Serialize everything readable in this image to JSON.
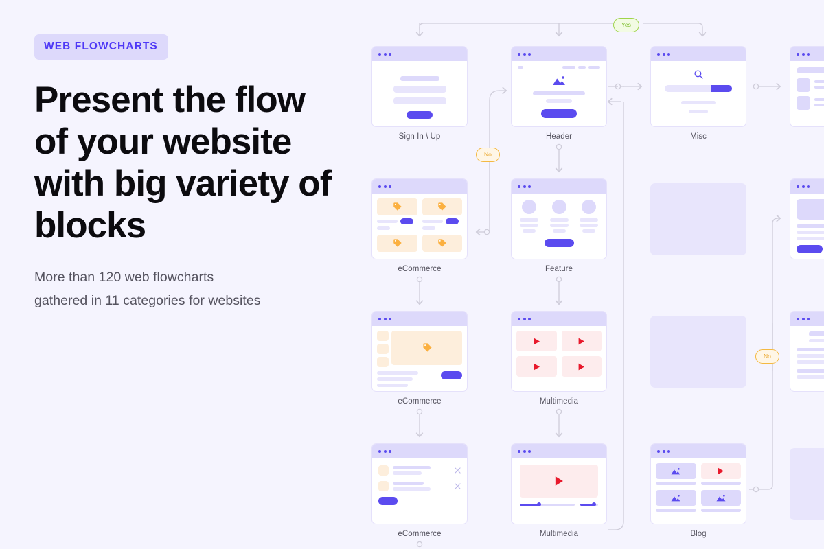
{
  "hero": {
    "badge": "WEB FLOWCHARTS",
    "headline": "Present the flow of your website with big variety of blocks",
    "subtitle_line1": "More than 120 web flowcharts",
    "subtitle_line2": "gathered in 11 categories for websites"
  },
  "theme": {
    "background": "#f5f4fe",
    "accent_purple": "#5b4bef",
    "badge_background": "#ddd9fb",
    "badge_text": "#4f39f6",
    "headline_text": "#0c0b0f",
    "subtitle_text": "#55535f",
    "card_surface": "#ffffff",
    "card_border": "#e5e1fb",
    "titlebar": "#ddd9fb",
    "skeleton_light": "#e8e5fc",
    "skeleton": "#ddd9fb",
    "connector": "#cfcdda",
    "tag_orange": "#fbb040",
    "tile_orange": "#fdeedc",
    "play_red": "#e8192c",
    "tile_red": "#fdeced",
    "yes_border": "#9fd44a",
    "yes_text": "#7bbd2a",
    "yes_fill": "#f2fbe3",
    "no_border": "#f4b942",
    "no_text": "#e9a426",
    "no_fill": "#fff6e6"
  },
  "decisions": [
    {
      "id": "yes-top",
      "label": "Yes",
      "kind": "yes"
    },
    {
      "id": "no-left",
      "label": "No",
      "kind": "no"
    },
    {
      "id": "no-right",
      "label": "No",
      "kind": "no"
    }
  ],
  "nodes": [
    {
      "id": "sign-in-up",
      "label": "Sign In \\ Up",
      "kind": "signin",
      "col": 1,
      "row": 1
    },
    {
      "id": "header",
      "label": "Header",
      "kind": "header",
      "col": 2,
      "row": 1
    },
    {
      "id": "misc",
      "label": "Misc",
      "kind": "misc",
      "col": 3,
      "row": 1
    },
    {
      "id": "edge-list",
      "label": "",
      "kind": "list",
      "col": 4,
      "row": 1
    },
    {
      "id": "ecommerce-grid",
      "label": "eCommerce",
      "kind": "shop-grid",
      "col": 1,
      "row": 2
    },
    {
      "id": "feature",
      "label": "Feature",
      "kind": "feature",
      "col": 2,
      "row": 2
    },
    {
      "id": "blank-a",
      "label": "",
      "kind": "blank",
      "col": 3,
      "row": 2
    },
    {
      "id": "edge-article",
      "label": "",
      "kind": "article",
      "col": 4,
      "row": 2
    },
    {
      "id": "ecommerce-pdp",
      "label": "eCommerce",
      "kind": "shop-detail",
      "col": 1,
      "row": 3
    },
    {
      "id": "multimedia-grid",
      "label": "Multimedia",
      "kind": "video-grid",
      "col": 2,
      "row": 3
    },
    {
      "id": "blank-b",
      "label": "",
      "kind": "blank",
      "col": 3,
      "row": 3
    },
    {
      "id": "edge-text",
      "label": "",
      "kind": "text-block",
      "col": 4,
      "row": 3
    },
    {
      "id": "ecommerce-cart",
      "label": "eCommerce",
      "kind": "shop-cart",
      "col": 1,
      "row": 4
    },
    {
      "id": "multimedia-play",
      "label": "Multimedia",
      "kind": "video-player",
      "col": 2,
      "row": 4
    },
    {
      "id": "blog",
      "label": "Blog",
      "kind": "blog",
      "col": 3,
      "row": 4
    },
    {
      "id": "edge-blank",
      "label": "",
      "kind": "blank",
      "col": 4,
      "row": 4
    }
  ],
  "icons": {
    "window_dots": "window-dots-icon",
    "tag": "tag-icon",
    "play": "play-icon",
    "image": "image-placeholder-icon",
    "search": "search-icon",
    "close": "close-icon",
    "arrow": "arrow-icon"
  }
}
